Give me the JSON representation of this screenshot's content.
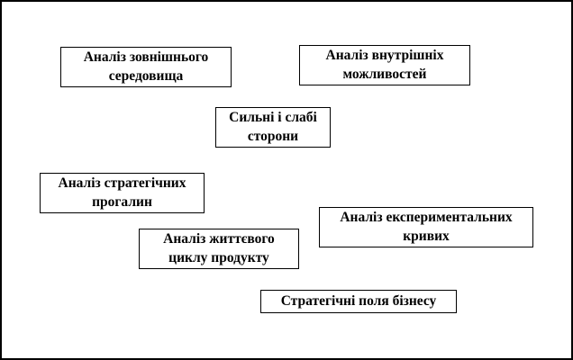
{
  "diagram": {
    "colors": {
      "border": "#000000",
      "background": "#ffffff",
      "text": "#000000"
    },
    "boxes": {
      "external_environment": {
        "label": "Аналіз зовнішнього\nсередовища"
      },
      "internal_capabilities": {
        "label": "Аналіз внутрішніх\nможливостей"
      },
      "strengths_weaknesses": {
        "label": "Сильні і слабі\nсторони"
      },
      "strategic_gaps": {
        "label": "Аналіз стратегічних\nпрогалин"
      },
      "experimental_curves": {
        "label": "Аналіз експериментальних\nкривих"
      },
      "product_lifecycle": {
        "label": "Аналіз життєвого\nциклу продукту"
      },
      "strategic_business_fields": {
        "label": "Стратегічні поля бізнесу"
      }
    }
  }
}
